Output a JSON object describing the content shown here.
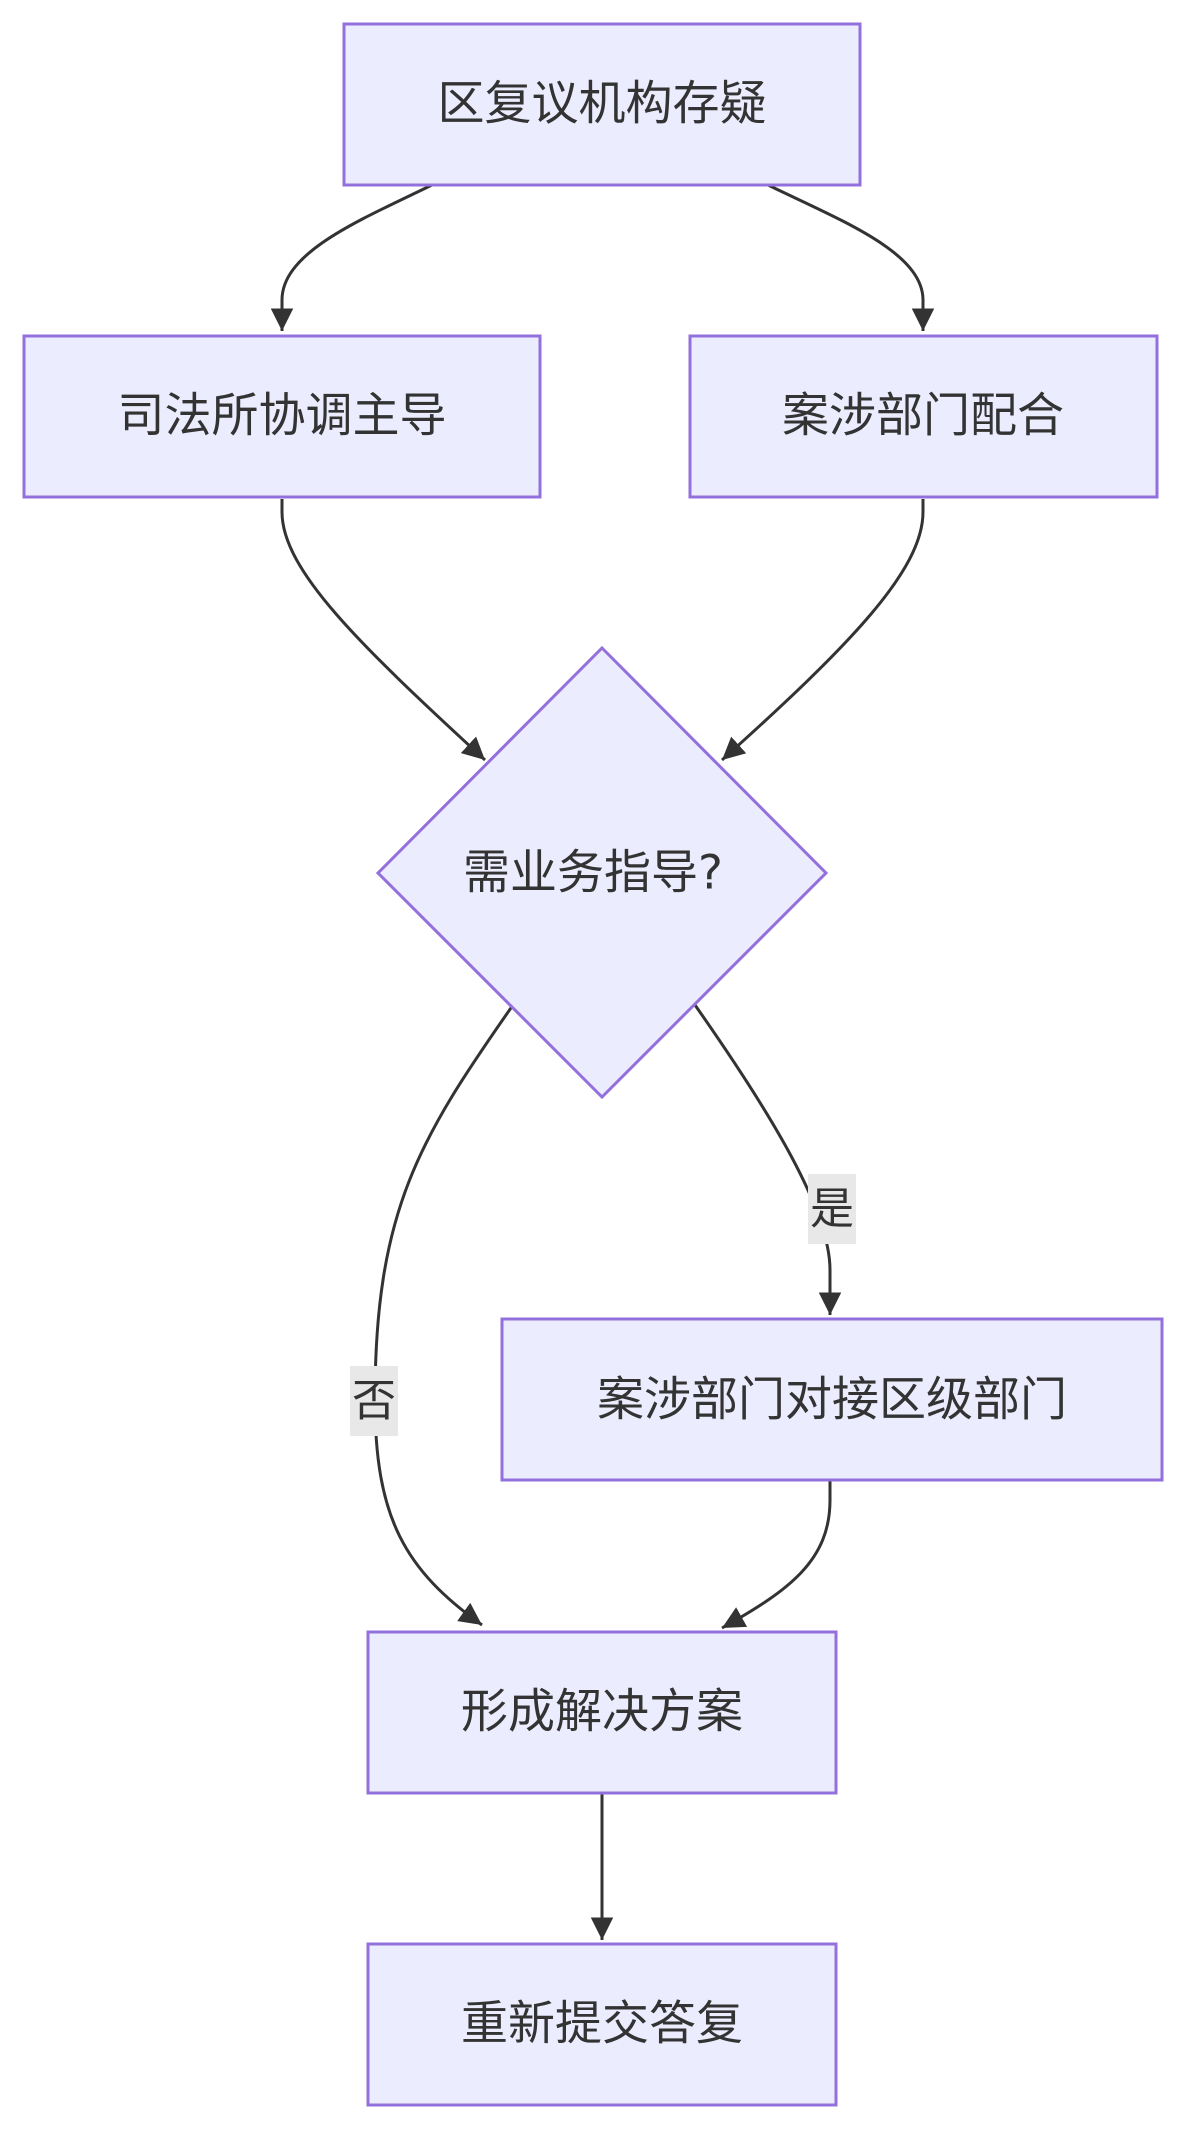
{
  "nodes": {
    "start": "区复议机构存疑",
    "justice_office": "司法所协调主导",
    "departments": "案涉部门配合",
    "decision": "需业务指导?",
    "district_contact": "案涉部门对接区级部门",
    "solution": "形成解决方案",
    "resubmit": "重新提交答复"
  },
  "edge_labels": {
    "yes": "是",
    "no": "否"
  },
  "colors": {
    "node_fill": "#ECECFF",
    "node_stroke": "#9370DB",
    "edge": "#333333",
    "text": "#333333",
    "label_bg": "#e8e8e8"
  }
}
